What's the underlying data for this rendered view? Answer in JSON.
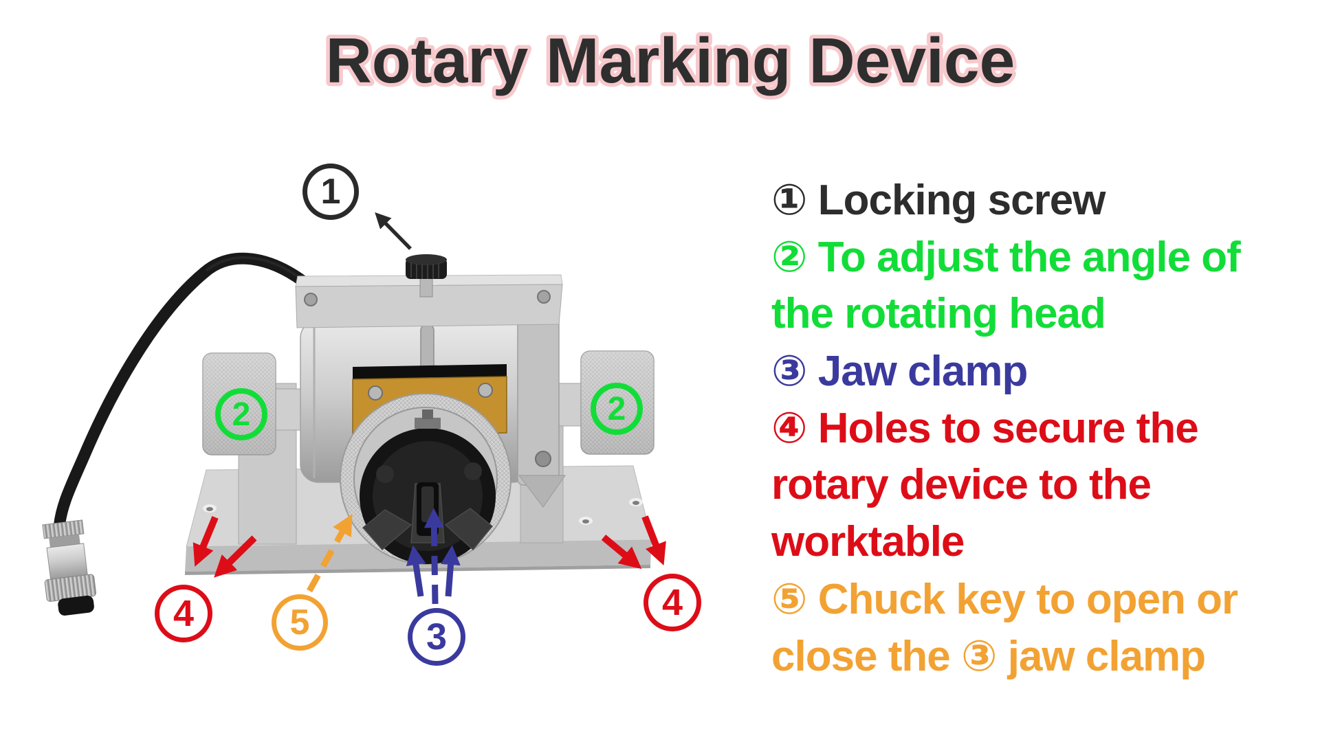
{
  "title": "Rotary Marking Device",
  "callouts": {
    "c1": "1",
    "c2": "2",
    "c3": "3",
    "c4": "4",
    "c5": "5"
  },
  "legend": {
    "items": [
      {
        "color": "#2d2d2d",
        "lines": [
          "① Locking screw"
        ]
      },
      {
        "color": "#12dd38",
        "lines": [
          "② To adjust the angle of",
          "the rotating head"
        ]
      },
      {
        "color": "#3a3a9e",
        "lines": [
          "③ Jaw clamp"
        ]
      },
      {
        "color": "#dd0d18",
        "lines": [
          "④ Holes to secure the",
          "rotary device to the",
          "worktable"
        ]
      },
      {
        "color": "#f2a233",
        "lines": [
          "⑤ Chuck key to open or",
          "close the ③ jaw clamp"
        ]
      }
    ]
  },
  "colors": {
    "title_fill": "#2e2e2e",
    "title_outline": "#f6c9cd",
    "annotation_black": "#2a2a2a",
    "annotation_green": "#12dd38",
    "annotation_navy": "#3a3a9e",
    "annotation_red": "#dd0d18",
    "annotation_orange": "#f2a233",
    "device_silver": "#c9c9c9",
    "device_gold": "#c5912f",
    "device_black": "#161616"
  },
  "icons": {
    "device_photo": "rotary-marking-device-photo",
    "arrow_up_left": "arrow-up-left",
    "arrows_down": "arrows-pointing-to-base-holes",
    "arrows_up": "arrows-pointing-to-jaw-clamp",
    "arrow_dashed": "dashed-arrow-to-chuck"
  }
}
